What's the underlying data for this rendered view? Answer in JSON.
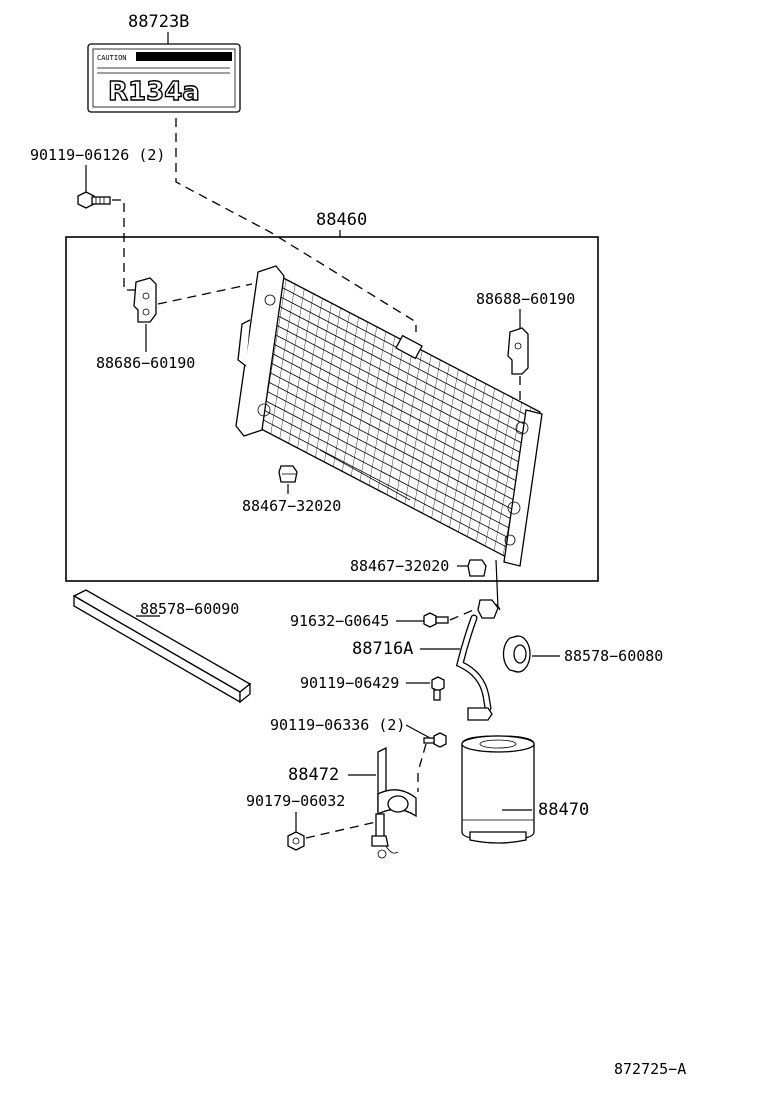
{
  "parts": {
    "label_88723B": "88723B",
    "bolt_90119_06126": "90119−06126 (2)",
    "condenser_88460": "88460",
    "bracket_88686_60190": "88686−60190",
    "bracket_88688_60190": "88688−60190",
    "cushion_88467_a": "88467−32020",
    "cushion_88467_b": "88467−32020",
    "seal_88578_60090": "88578−60090",
    "bolt_91632_G0645": "91632−G0645",
    "tube_88716A": "88716A",
    "seal_88578_60080": "88578−60080",
    "bolt_90119_06429": "90119−06429",
    "bolt_90119_06336": "90119−06336 (2)",
    "bracket_88472": "88472",
    "nut_90179_06032": "90179−06032",
    "receiver_88470": "88470"
  },
  "caution_label": {
    "caution": "CAUTION",
    "refrigerant": "R134a"
  },
  "figure_id": "872725−A"
}
